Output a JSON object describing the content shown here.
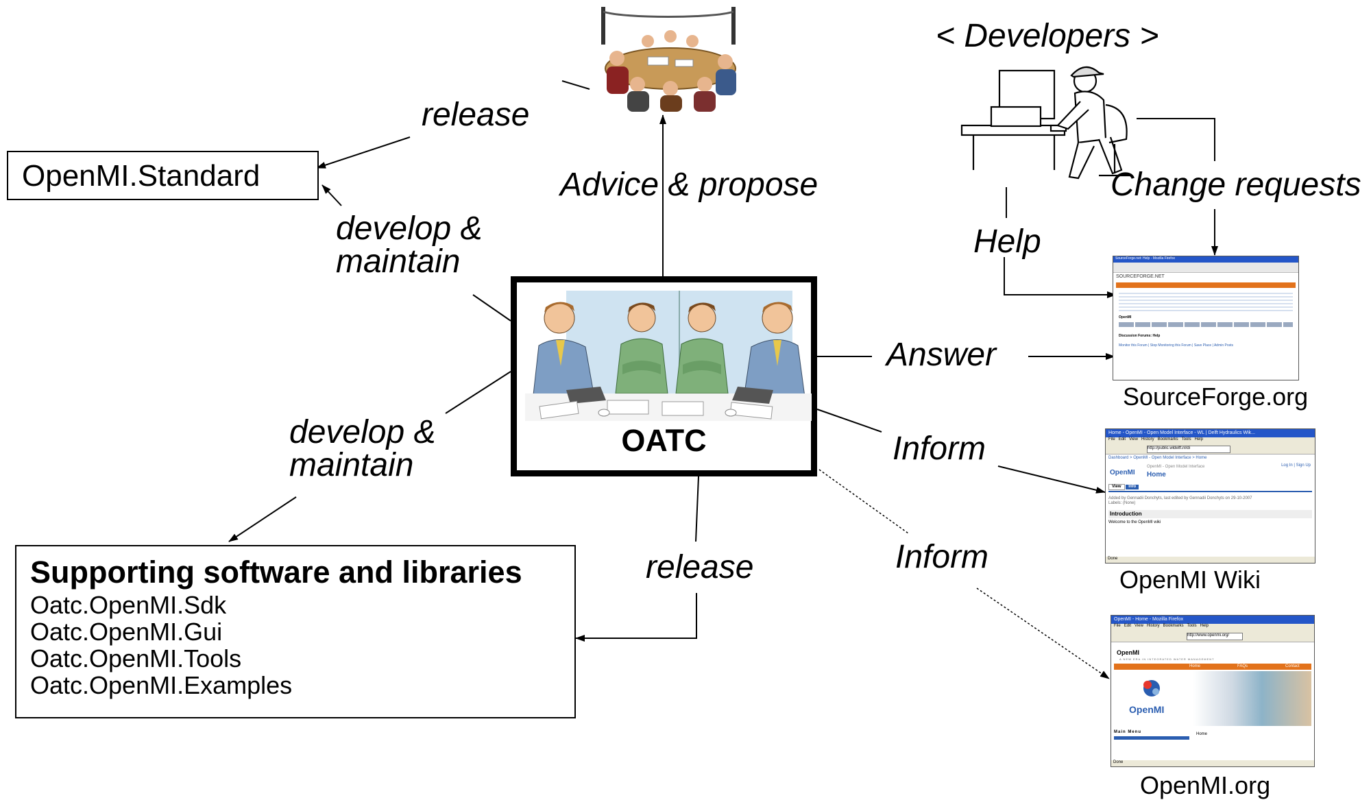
{
  "center": {
    "title": "OATC"
  },
  "standard_box": {
    "label": "OpenMI.Standard"
  },
  "supporting_box": {
    "title": "Supporting software and libraries",
    "items": [
      "Oatc.OpenMI.Sdk",
      "Oatc.OpenMI.Gui",
      "Oatc.OpenMI.Tools",
      "Oatc.OpenMI.Examples"
    ]
  },
  "labels": {
    "release_top": "release",
    "develop_top": "develop &\nmaintain",
    "develop_bottom": "develop &\nmaintain",
    "release_bottom": "release",
    "advice": "Advice & propose",
    "developers": "< Developers >",
    "change_requests": "Change requests",
    "help": "Help",
    "answer": "Answer",
    "inform_1": "Inform",
    "inform_2": "Inform"
  },
  "sites": {
    "sourceforge": {
      "caption": "SourceForge.org",
      "window_title": "SourceForge.net: Help - Mozilla Firefox",
      "logo": "SOURCEFORGE.NET",
      "project": "OpenMI",
      "forum": "Discussion Forums: Help",
      "links": "Monitor this Forum | Stop Monitoring this Forum | Save Place | Admin Posts"
    },
    "wiki": {
      "caption": "OpenMI Wiki",
      "window_title": "Home - OpenMI - Open Model Interface - WL | Delft Hydraulics Wik...",
      "menu": [
        "File",
        "Edit",
        "View",
        "History",
        "Bookmarks",
        "Tools",
        "Help"
      ],
      "url": "http://public.wldelft.nl/di",
      "breadcrumb": "Dashboard > OpenMI - Open Model Interface > Home",
      "logo": "OpenMI",
      "space": "OpenMI - Open Model Interface",
      "page_title": "Home",
      "login": "Log In | Sign Up",
      "tabs": [
        "View",
        "Info"
      ],
      "added_by": "Added by Gennadii Donchyts, last edited by Gennadii Donchyts on 29-10-2007",
      "labels_line": "Labels: (None)",
      "section": "Introduction",
      "welcome": "Welcome to the OpenMI wiki",
      "status": "Done"
    },
    "openmi": {
      "caption": "OpenMI.org",
      "window_title": "OpenMI - Home - Mozilla Firefox",
      "menu": [
        "File",
        "Edit",
        "View",
        "History",
        "Bookmarks",
        "Tools",
        "Help"
      ],
      "url": "http://www.openmi.org/",
      "site_name": "OpenMI",
      "tagline": "A NEW ERA IN INTEGRATED WATER MANAGEMENT",
      "nav": [
        "Home",
        "FAQs",
        "Contact"
      ],
      "logo": "OpenMI",
      "main_menu": "Main Menu",
      "home": "Home",
      "status": "Done"
    }
  },
  "colors": {
    "titlebar": "#2456c8",
    "accent_orange": "#e2721b",
    "link_blue": "#2a5db0"
  }
}
